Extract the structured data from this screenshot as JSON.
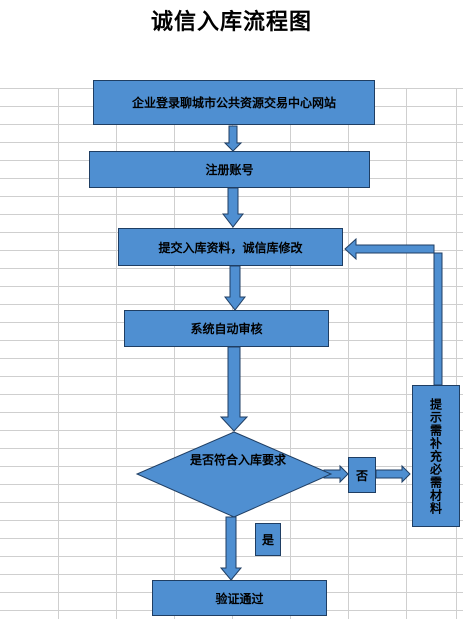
{
  "title": "诚信入库流程图",
  "steps": {
    "login": "企业登录聊城市公共资源交易中心网站",
    "register": "注册账号",
    "submit": "提交入库资料，诚信库修改",
    "review": "系统自动审核",
    "check": "是否符合入库要求",
    "pass": "验证通过",
    "supplement": "提示需补充必需材料"
  },
  "labels": {
    "yes": "是",
    "no": "否"
  },
  "colors": {
    "box_fill": "#4f8fd1",
    "box_border": "#1f3e63",
    "grid": "#cfcfcf"
  }
}
